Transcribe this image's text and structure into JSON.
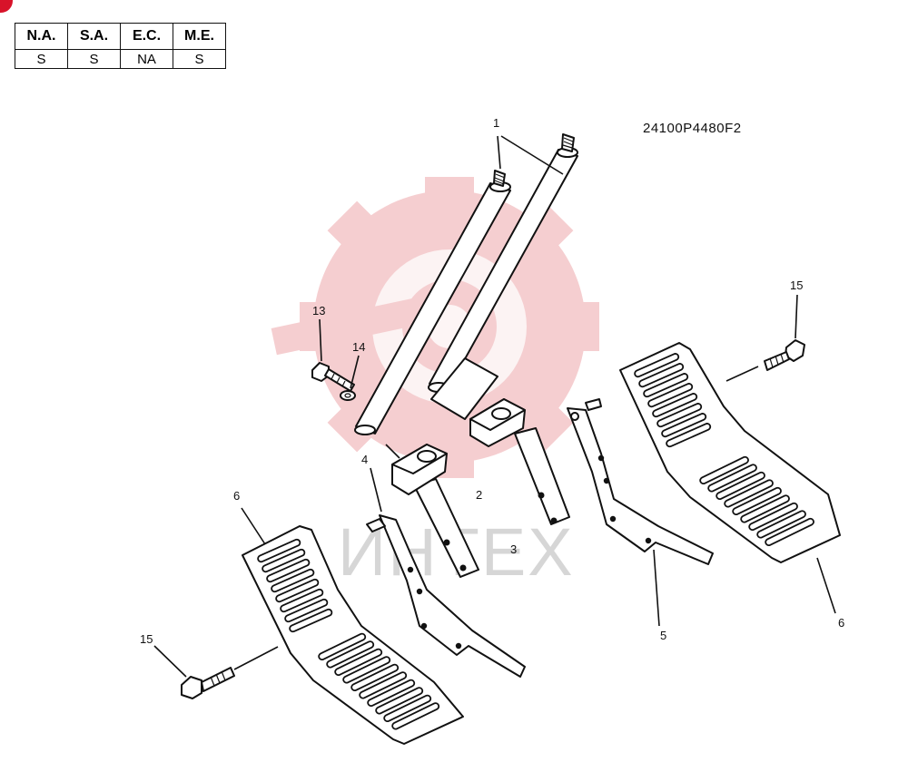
{
  "availability_table": {
    "headers": [
      "N.A.",
      "S.A.",
      "E.C.",
      "M.E."
    ],
    "values": [
      "S",
      "S",
      "NA",
      "S"
    ]
  },
  "diagram": {
    "code": "24100P4480F2",
    "watermark": "ИНТЕХ",
    "watermark_color": "#f4c6c8",
    "callouts": [
      "1",
      "2",
      "3",
      "4",
      "5",
      "6",
      "6",
      "13",
      "14",
      "15",
      "15"
    ]
  },
  "colors": {
    "marker": "#d8132a",
    "ink": "#111111"
  }
}
